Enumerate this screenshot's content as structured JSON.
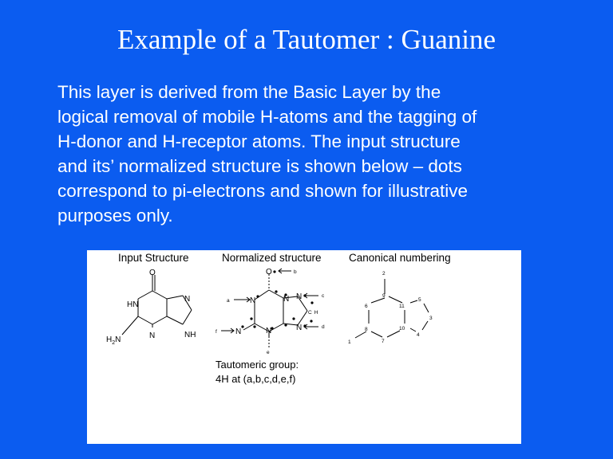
{
  "slide": {
    "title": "Example of a Tautomer : Guanine",
    "body": [
      "This layer is derived from the Basic Layer by the",
      "logical removal of mobile H-atoms and the tagging of",
      "H-donor and H-receptor atoms.  The input structure",
      "and its’ normalized structure  is shown below – dots",
      "correspond to pi-electrons and shown for illustrative",
      "purposes only."
    ]
  },
  "figure": {
    "captions": {
      "input": "Input Structure",
      "normalized": "Normalized structure",
      "canonical": "Canonical numbering"
    },
    "input_atoms": {
      "o": "O",
      "hn": "HN",
      "n_right": "N",
      "n_mid": "N",
      "nh": "NH",
      "h2n_h": "H",
      "h2n_sub": "2",
      "h2n_n": "N"
    },
    "normalized_atoms": {
      "o": "O",
      "n1": "N",
      "n2": "N",
      "n3": "N",
      "n4": "N",
      "n5": "N",
      "n6": "N",
      "ch_c": "C",
      "ch_h": "H"
    },
    "tag_labels": [
      "a",
      "b",
      "c",
      "d",
      "e",
      "f"
    ],
    "tautomeric_group": {
      "line1": "Tautomeric group:",
      "line2": "4H at (a,b,c,d,e,f)"
    },
    "canonical_numbers": [
      "1",
      "2",
      "3",
      "4",
      "5",
      "6",
      "7",
      "8",
      "9",
      "10",
      "11"
    ]
  }
}
